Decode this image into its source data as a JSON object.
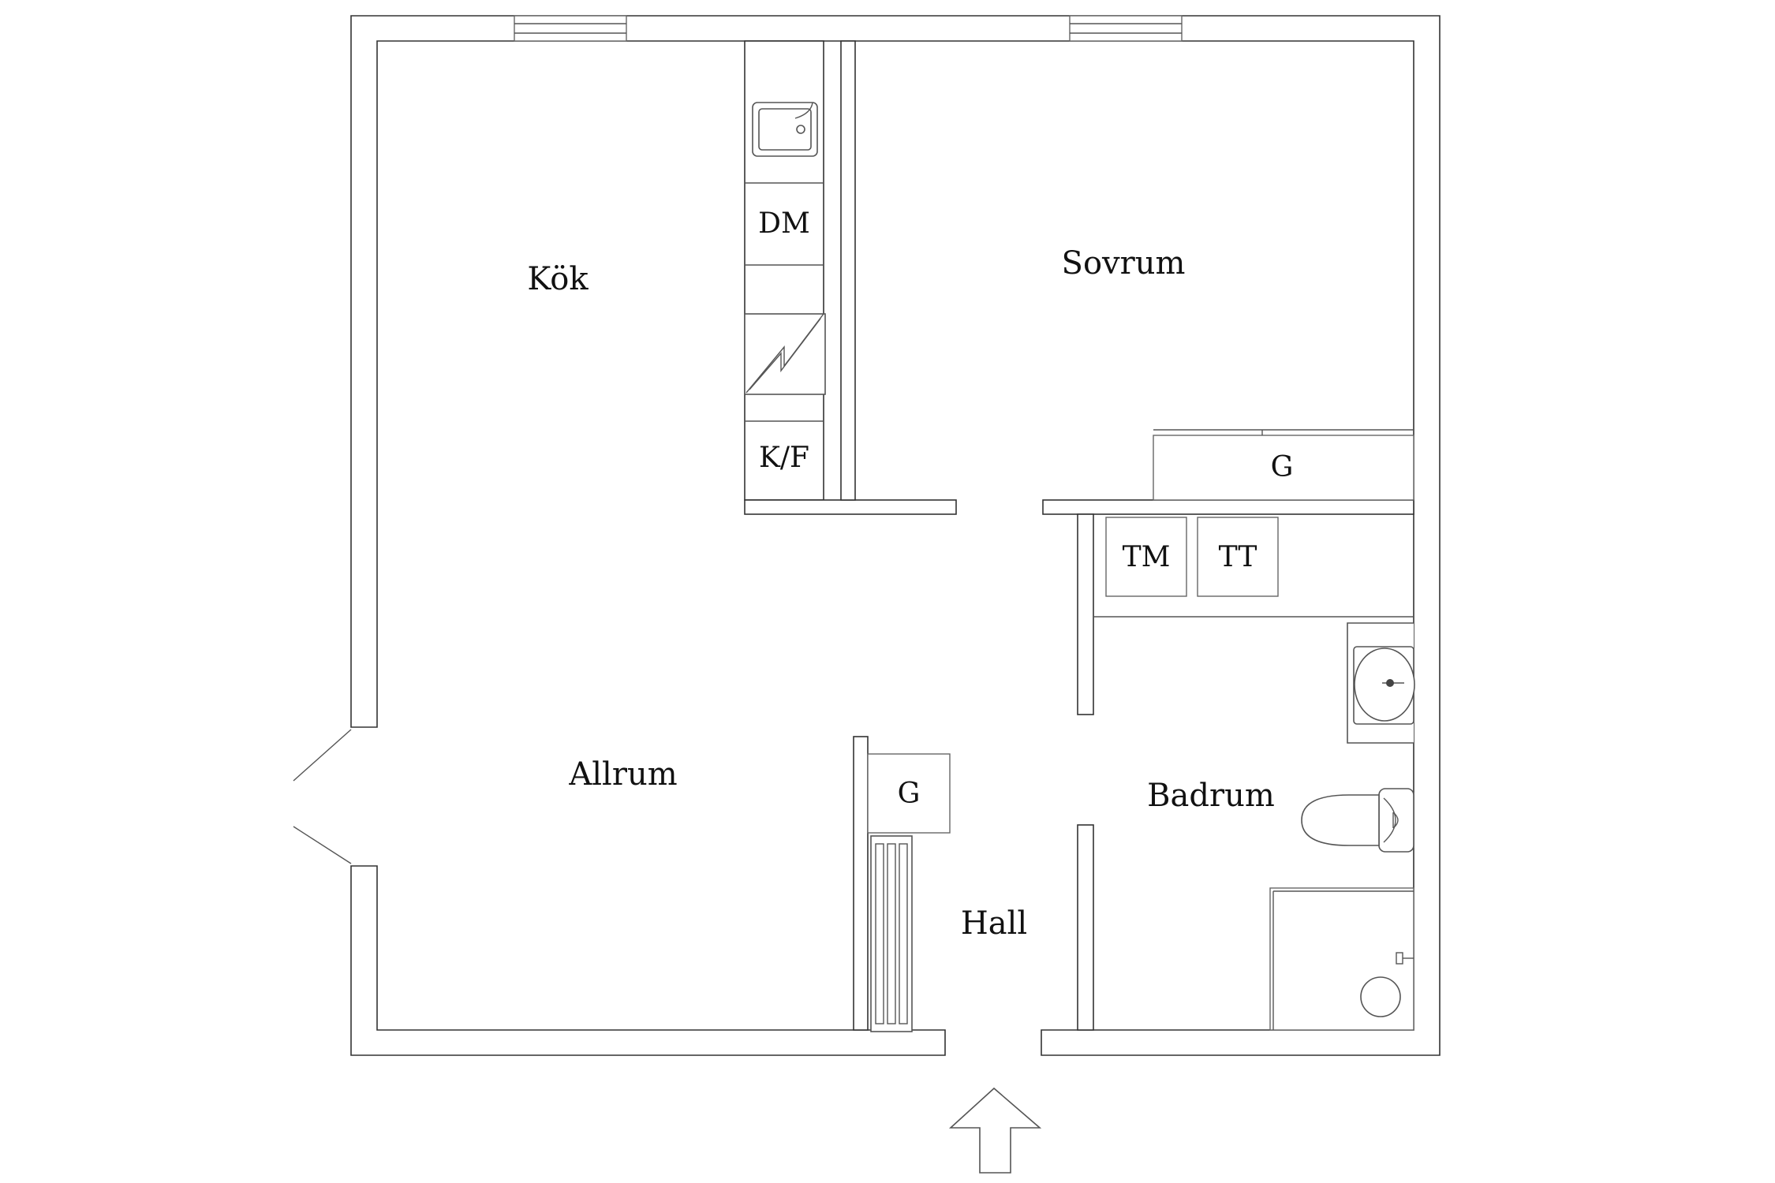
{
  "rooms": {
    "kitchen": "Kök",
    "bedroom": "Sovrum",
    "living": "Allrum",
    "bathroom": "Badrum",
    "hall": "Hall"
  },
  "fixtures": {
    "dishwasher": "DM",
    "fridge_freezer": "K/F",
    "bedroom_wardrobe": "G",
    "hall_wardrobe": "G",
    "washing_machine": "TM",
    "tumble_dryer": "TT"
  },
  "icons": {
    "sink": "kitchen-sink-icon",
    "stove": "stove-icon",
    "radiator": "radiator-icon",
    "basin": "wash-basin-icon",
    "toilet": "toilet-icon",
    "shower": "shower-icon",
    "entrance": "entrance-arrow-icon"
  },
  "colors": {
    "line": "#333333",
    "background": "#ffffff",
    "text": "#111111"
  }
}
